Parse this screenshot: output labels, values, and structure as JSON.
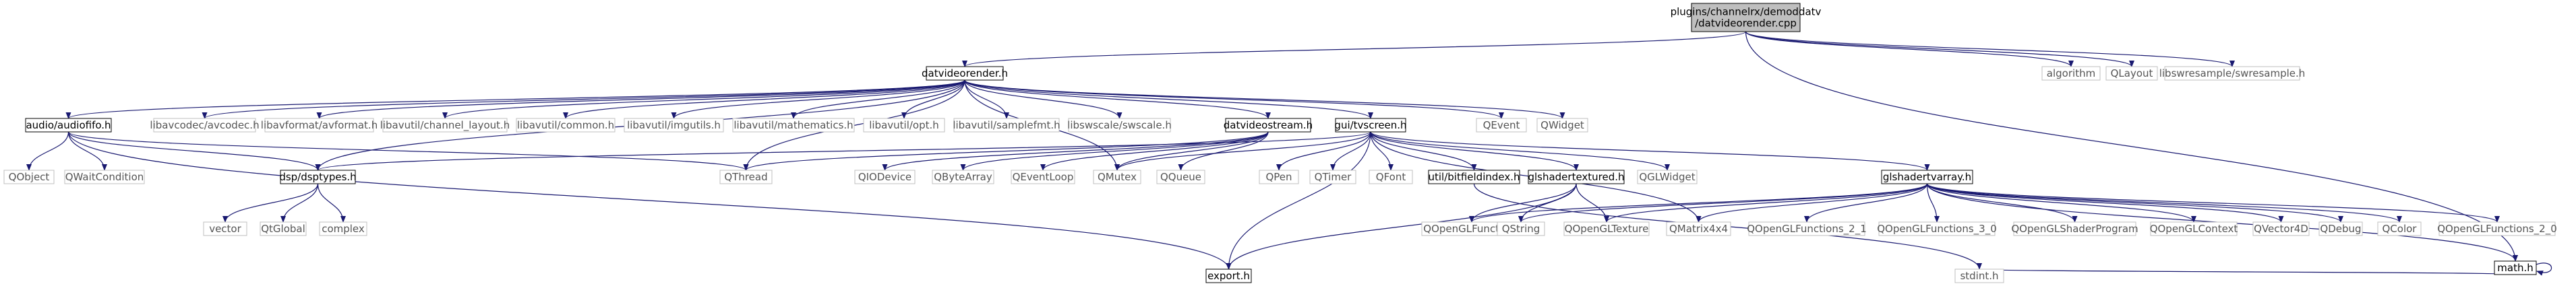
{
  "diagram": {
    "colors": {
      "edge": "#191970",
      "root_fill": "#bfbfbf",
      "border_internal": "#000000",
      "border_external": "#bfbfbf",
      "text_external": "#555555"
    },
    "nodes": [
      {
        "id": "root",
        "lines": [
          "plugins/channelrx/demoddatv",
          "/datvideorender.cpp"
        ],
        "kind": "root"
      },
      {
        "id": "datvideorender_h",
        "lines": [
          "datvideorender.h"
        ],
        "kind": "internal"
      },
      {
        "id": "algorithm",
        "lines": [
          "algorithm"
        ],
        "kind": "external"
      },
      {
        "id": "QLayout",
        "lines": [
          "QLayout"
        ],
        "kind": "external"
      },
      {
        "id": "swresample_h",
        "lines": [
          "libswresample/swresample.h"
        ],
        "kind": "external"
      },
      {
        "id": "audiofifo_h",
        "lines": [
          "audio/audiofifo.h"
        ],
        "kind": "internal"
      },
      {
        "id": "avcodec_h",
        "lines": [
          "libavcodec/avcodec.h"
        ],
        "kind": "external"
      },
      {
        "id": "avformat_h",
        "lines": [
          "libavformat/avformat.h"
        ],
        "kind": "external"
      },
      {
        "id": "channel_layout_h",
        "lines": [
          "libavutil/channel_layout.h"
        ],
        "kind": "external"
      },
      {
        "id": "common_h",
        "lines": [
          "libavutil/common.h"
        ],
        "kind": "external"
      },
      {
        "id": "imgutils_h",
        "lines": [
          "libavutil/imgutils.h"
        ],
        "kind": "external"
      },
      {
        "id": "mathematics_h",
        "lines": [
          "libavutil/mathematics.h"
        ],
        "kind": "external"
      },
      {
        "id": "opt_h",
        "lines": [
          "libavutil/opt.h"
        ],
        "kind": "external"
      },
      {
        "id": "samplefmt_h",
        "lines": [
          "libavutil/samplefmt.h"
        ],
        "kind": "external"
      },
      {
        "id": "swscale_h",
        "lines": [
          "libswscale/swscale.h"
        ],
        "kind": "external"
      },
      {
        "id": "datvideostream_h",
        "lines": [
          "datvideostream.h"
        ],
        "kind": "internal"
      },
      {
        "id": "tvscreen_h",
        "lines": [
          "gui/tvscreen.h"
        ],
        "kind": "internal"
      },
      {
        "id": "QEvent",
        "lines": [
          "QEvent"
        ],
        "kind": "external"
      },
      {
        "id": "QWidget",
        "lines": [
          "QWidget"
        ],
        "kind": "external"
      },
      {
        "id": "QObject",
        "lines": [
          "QObject"
        ],
        "kind": "external"
      },
      {
        "id": "QWaitCondition",
        "lines": [
          "QWaitCondition"
        ],
        "kind": "external"
      },
      {
        "id": "dsptypes_h",
        "lines": [
          "dsp/dsptypes.h"
        ],
        "kind": "internal"
      },
      {
        "id": "QThread",
        "lines": [
          "QThread"
        ],
        "kind": "external"
      },
      {
        "id": "QIODevice",
        "lines": [
          "QIODevice"
        ],
        "kind": "external"
      },
      {
        "id": "QByteArray",
        "lines": [
          "QByteArray"
        ],
        "kind": "external"
      },
      {
        "id": "QEventLoop",
        "lines": [
          "QEventLoop"
        ],
        "kind": "external"
      },
      {
        "id": "QMutex",
        "lines": [
          "QMutex"
        ],
        "kind": "external"
      },
      {
        "id": "QQueue",
        "lines": [
          "QQueue"
        ],
        "kind": "external"
      },
      {
        "id": "QPen",
        "lines": [
          "QPen"
        ],
        "kind": "external"
      },
      {
        "id": "QTimer",
        "lines": [
          "QTimer"
        ],
        "kind": "external"
      },
      {
        "id": "QFont",
        "lines": [
          "QFont"
        ],
        "kind": "external"
      },
      {
        "id": "bitfieldindex_h",
        "lines": [
          "util/bitfieldindex.h"
        ],
        "kind": "internal"
      },
      {
        "id": "glshadertextured_h",
        "lines": [
          "glshadertextured.h"
        ],
        "kind": "internal"
      },
      {
        "id": "QGLWidget",
        "lines": [
          "QGLWidget"
        ],
        "kind": "external"
      },
      {
        "id": "glshadertvarray_h",
        "lines": [
          "glshadertvarray.h"
        ],
        "kind": "internal"
      },
      {
        "id": "vector",
        "lines": [
          "vector"
        ],
        "kind": "external"
      },
      {
        "id": "QtGlobal",
        "lines": [
          "QtGlobal"
        ],
        "kind": "external"
      },
      {
        "id": "complex",
        "lines": [
          "complex"
        ],
        "kind": "external"
      },
      {
        "id": "export_h",
        "lines": [
          "export.h"
        ],
        "kind": "internal"
      },
      {
        "id": "QOpenGLFunctions",
        "lines": [
          "QOpenGLFunctions"
        ],
        "kind": "external"
      },
      {
        "id": "QString",
        "lines": [
          "QString"
        ],
        "kind": "external"
      },
      {
        "id": "QOpenGLTexture",
        "lines": [
          "QOpenGLTexture"
        ],
        "kind": "external"
      },
      {
        "id": "QMatrix4x4",
        "lines": [
          "QMatrix4x4"
        ],
        "kind": "external"
      },
      {
        "id": "QOpenGLFunctions_2_1",
        "lines": [
          "QOpenGLFunctions_2_1"
        ],
        "kind": "external"
      },
      {
        "id": "QOpenGLFunctions_3_0",
        "lines": [
          "QOpenGLFunctions_3_0"
        ],
        "kind": "external"
      },
      {
        "id": "QOpenGLShaderProgram",
        "lines": [
          "QOpenGLShaderProgram"
        ],
        "kind": "external"
      },
      {
        "id": "QOpenGLContext",
        "lines": [
          "QOpenGLContext"
        ],
        "kind": "external"
      },
      {
        "id": "QVector4D",
        "lines": [
          "QVector4D"
        ],
        "kind": "external"
      },
      {
        "id": "QDebug",
        "lines": [
          "QDebug"
        ],
        "kind": "external"
      },
      {
        "id": "QColor",
        "lines": [
          "QColor"
        ],
        "kind": "external"
      },
      {
        "id": "QOpenGLFunctions_2_0",
        "lines": [
          "QOpenGLFunctions_2_0"
        ],
        "kind": "external"
      },
      {
        "id": "math_h",
        "lines": [
          "math.h"
        ],
        "kind": "internal"
      },
      {
        "id": "stdint_h",
        "lines": [
          "stdint.h"
        ],
        "kind": "external"
      }
    ],
    "edges": [
      [
        "root",
        "datvideorender_h"
      ],
      [
        "root",
        "algorithm"
      ],
      [
        "root",
        "QLayout"
      ],
      [
        "root",
        "swresample_h"
      ],
      [
        "root",
        "math_h"
      ],
      [
        "datvideorender_h",
        "audiofifo_h"
      ],
      [
        "datvideorender_h",
        "avcodec_h"
      ],
      [
        "datvideorender_h",
        "avformat_h"
      ],
      [
        "datvideorender_h",
        "channel_layout_h"
      ],
      [
        "datvideorender_h",
        "common_h"
      ],
      [
        "datvideorender_h",
        "imgutils_h"
      ],
      [
        "datvideorender_h",
        "mathematics_h"
      ],
      [
        "datvideorender_h",
        "opt_h"
      ],
      [
        "datvideorender_h",
        "samplefmt_h"
      ],
      [
        "datvideorender_h",
        "swscale_h"
      ],
      [
        "datvideorender_h",
        "datvideostream_h"
      ],
      [
        "datvideorender_h",
        "tvscreen_h"
      ],
      [
        "datvideorender_h",
        "QEvent"
      ],
      [
        "datvideorender_h",
        "QWidget"
      ],
      [
        "datvideorender_h",
        "QThread"
      ],
      [
        "datvideorender_h",
        "QMutex"
      ],
      [
        "datvideorender_h",
        "dsptypes_h"
      ],
      [
        "audiofifo_h",
        "QObject"
      ],
      [
        "audiofifo_h",
        "QWaitCondition"
      ],
      [
        "audiofifo_h",
        "dsptypes_h"
      ],
      [
        "audiofifo_h",
        "QThread"
      ],
      [
        "audiofifo_h",
        "export_h"
      ],
      [
        "datvideostream_h",
        "QIODevice"
      ],
      [
        "datvideostream_h",
        "QByteArray"
      ],
      [
        "datvideostream_h",
        "QEventLoop"
      ],
      [
        "datvideostream_h",
        "QMutex"
      ],
      [
        "datvideostream_h",
        "QQueue"
      ],
      [
        "datvideostream_h",
        "QThread"
      ],
      [
        "tvscreen_h",
        "QPen"
      ],
      [
        "tvscreen_h",
        "QTimer"
      ],
      [
        "tvscreen_h",
        "QFont"
      ],
      [
        "tvscreen_h",
        "bitfieldindex_h"
      ],
      [
        "tvscreen_h",
        "glshadertextured_h"
      ],
      [
        "tvscreen_h",
        "QGLWidget"
      ],
      [
        "tvscreen_h",
        "glshadertvarray_h"
      ],
      [
        "tvscreen_h",
        "QMutex"
      ],
      [
        "tvscreen_h",
        "dsptypes_h"
      ],
      [
        "tvscreen_h",
        "export_h"
      ],
      [
        "tvscreen_h",
        "QMatrix4x4"
      ],
      [
        "dsptypes_h",
        "vector"
      ],
      [
        "dsptypes_h",
        "QtGlobal"
      ],
      [
        "dsptypes_h",
        "complex"
      ],
      [
        "bitfieldindex_h",
        "stdint_h"
      ],
      [
        "glshadertextured_h",
        "export_h"
      ],
      [
        "glshadertextured_h",
        "QOpenGLFunctions"
      ],
      [
        "glshadertextured_h",
        "QString"
      ],
      [
        "glshadertextured_h",
        "QOpenGLTexture"
      ],
      [
        "glshadertvarray_h",
        "QOpenGLFunctions"
      ],
      [
        "glshadertvarray_h",
        "QString"
      ],
      [
        "glshadertvarray_h",
        "QOpenGLTexture"
      ],
      [
        "glshadertvarray_h",
        "QMatrix4x4"
      ],
      [
        "glshadertvarray_h",
        "QOpenGLFunctions_2_1"
      ],
      [
        "glshadertvarray_h",
        "QOpenGLFunctions_3_0"
      ],
      [
        "glshadertvarray_h",
        "QOpenGLShaderProgram"
      ],
      [
        "glshadertvarray_h",
        "QOpenGLContext"
      ],
      [
        "glshadertvarray_h",
        "QVector4D"
      ],
      [
        "glshadertvarray_h",
        "QDebug"
      ],
      [
        "glshadertvarray_h",
        "QColor"
      ],
      [
        "glshadertvarray_h",
        "QOpenGLFunctions_2_0"
      ],
      [
        "glshadertvarray_h",
        "math_h"
      ],
      [
        "math_h",
        "math_h"
      ],
      [
        "math_h",
        "stdint_h"
      ]
    ]
  }
}
